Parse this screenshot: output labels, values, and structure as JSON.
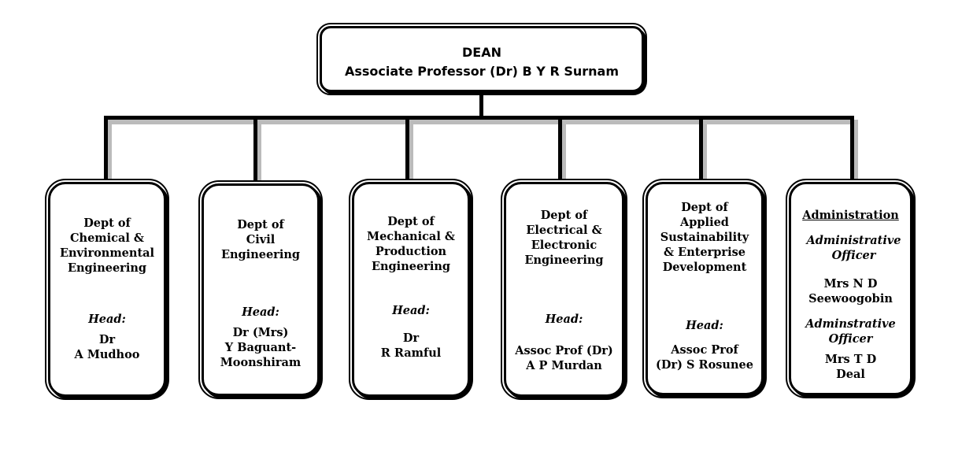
{
  "dean": {
    "title": "DEAN",
    "name": "Associate Professor (Dr) B Y R Surnam"
  },
  "departments": [
    {
      "name_lines": [
        "Dept of",
        "Chemical &",
        "Environmental",
        "Engineering"
      ],
      "head_label": "Head:",
      "head_lines": [
        "Dr",
        "A Mudhoo"
      ]
    },
    {
      "name_lines": [
        "Dept of",
        "Civil",
        "Engineering"
      ],
      "head_label": "Head:",
      "head_lines": [
        "Dr (Mrs)",
        "Y Baguant-",
        "Moonshiram"
      ]
    },
    {
      "name_lines": [
        "Dept of",
        "Mechanical &",
        "Production",
        "Engineering"
      ],
      "head_label": "Head:",
      "head_lines": [
        "Dr",
        "R Ramful"
      ]
    },
    {
      "name_lines": [
        "Dept of",
        "Electrical &",
        "Electronic",
        "Engineering"
      ],
      "head_label": "Head:",
      "head_lines": [
        "Assoc Prof (Dr)",
        "A P Murdan"
      ]
    },
    {
      "name_lines": [
        "Dept of",
        "Applied",
        "Sustainability",
        "& Enterprise",
        "Development"
      ],
      "head_label": "Head:",
      "head_lines": [
        "Assoc Prof",
        "(Dr) S Rosunee"
      ]
    }
  ],
  "administration": {
    "title": "Administration",
    "officer1_role_lines": [
      "Administrative",
      "Officer"
    ],
    "officer1_name_lines": [
      "Mrs  N D",
      "Seewoogobin"
    ],
    "officer2_role_lines": [
      "Adminstrative",
      "Officer"
    ],
    "officer2_name_lines": [
      "Mrs T D",
      "Deal"
    ]
  }
}
